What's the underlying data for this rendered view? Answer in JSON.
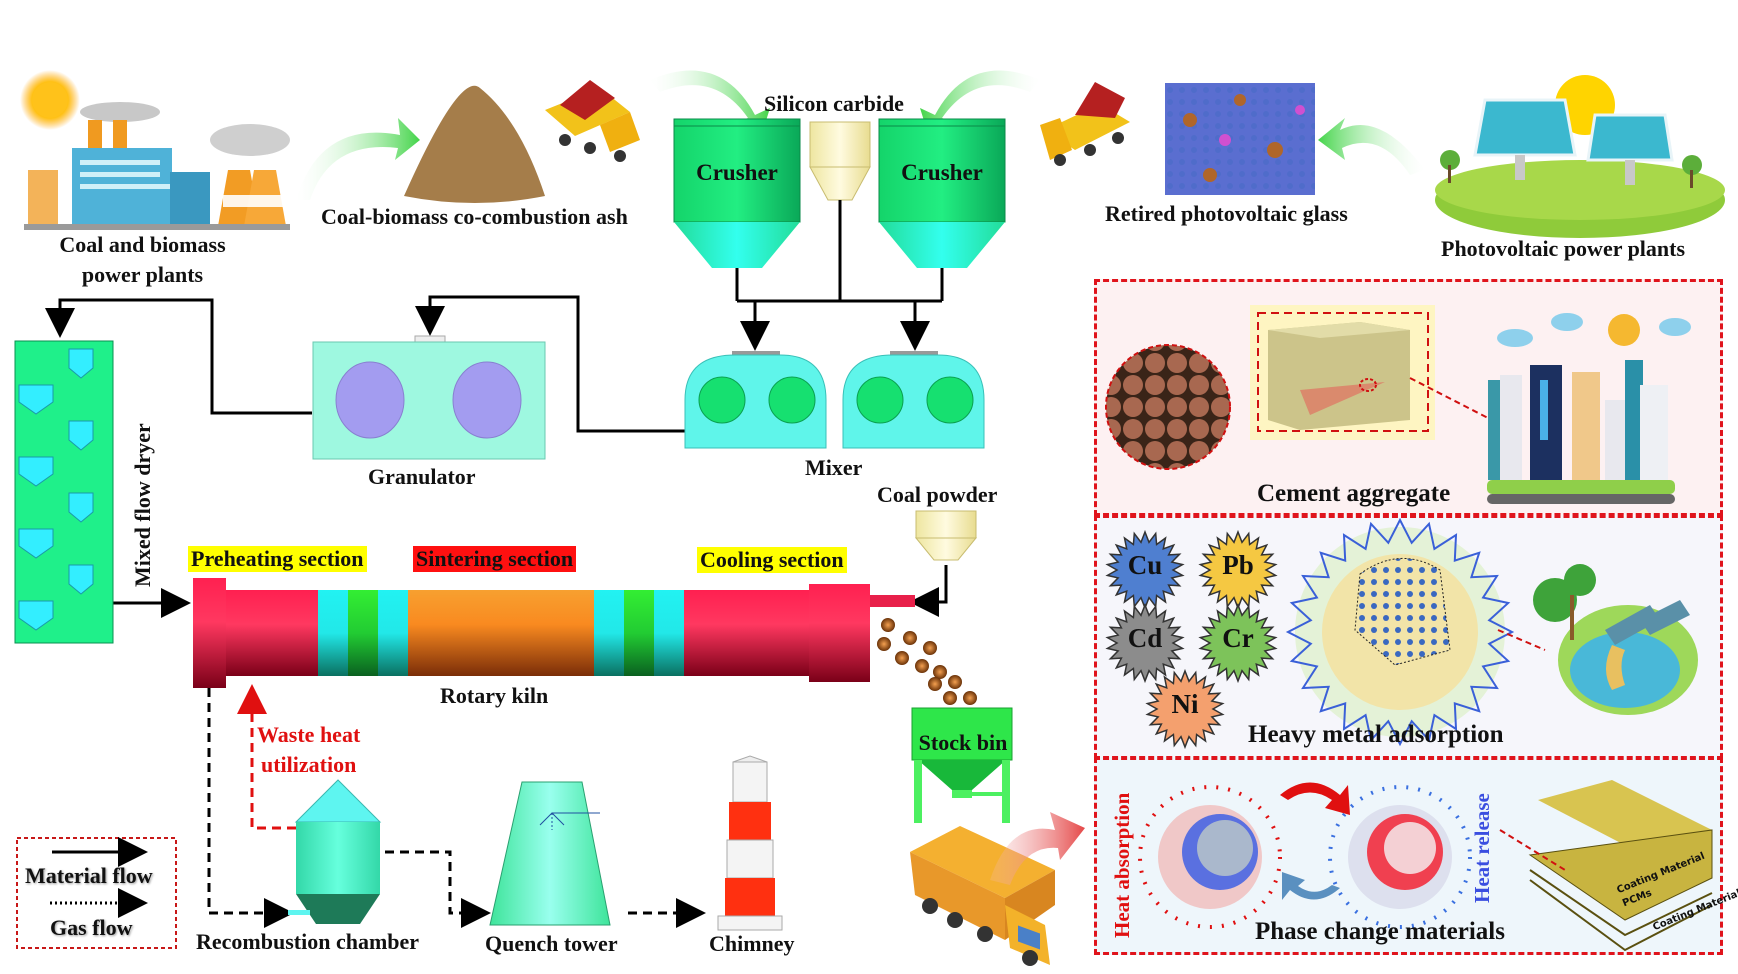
{
  "sources": {
    "coal_plant": {
      "label_line1": "Coal and biomass",
      "label_line2": "power plants"
    },
    "ash": {
      "label": "Coal-biomass co-combustion ash"
    },
    "silicon_carbide": {
      "label": "Silicon carbide"
    },
    "glass": {
      "label": "Retired photovoltaic glass"
    },
    "pv_plant": {
      "label": "Photovoltaic power plants"
    }
  },
  "equipment": {
    "crusher_left": "Crusher",
    "crusher_right": "Crusher",
    "mixer": "Mixer",
    "granulator": "Granulator",
    "dryer": "Mixed flow dryer",
    "coal_powder": "Coal powder",
    "rotary_kiln": "Rotary kiln",
    "stock_bin": "Stock bin",
    "recombustion": "Recombustion chamber",
    "quench": "Quench tower",
    "chimney": "Chimney"
  },
  "kiln_sections": {
    "preheating": "Preheating section",
    "sintering": "Sintering section",
    "cooling": "Cooling section"
  },
  "waste_heat": {
    "line1": "Waste heat",
    "line2": "utilization"
  },
  "legend": {
    "material": "Material flow",
    "gas": "Gas flow"
  },
  "applications": {
    "cement": {
      "title": "Cement aggregate"
    },
    "heavy_metal": {
      "title": "Heavy metal adsorption",
      "metals": [
        {
          "symbol": "Cu",
          "color": "#4f7fd0"
        },
        {
          "symbol": "Pb",
          "color": "#f5c842"
        },
        {
          "symbol": "Cd",
          "color": "#8c8c8c"
        },
        {
          "symbol": "Cr",
          "color": "#7dc35a"
        },
        {
          "symbol": "Ni",
          "color": "#f4a06e"
        }
      ]
    },
    "pcm": {
      "title": "Phase change materials",
      "heat_absorption": "Heat absorption",
      "heat_release": "Heat release",
      "layers": [
        "Coating Material",
        "PCMs",
        "Coating Material"
      ]
    }
  },
  "colors": {
    "panel_border": "#e0141c",
    "crusher_green": "#1fe07a",
    "kiln_red": "#e8103f",
    "sinter_orange": "#f58a1f",
    "highlight_yellow": "#ffff00",
    "highlight_red": "#ff1010"
  }
}
